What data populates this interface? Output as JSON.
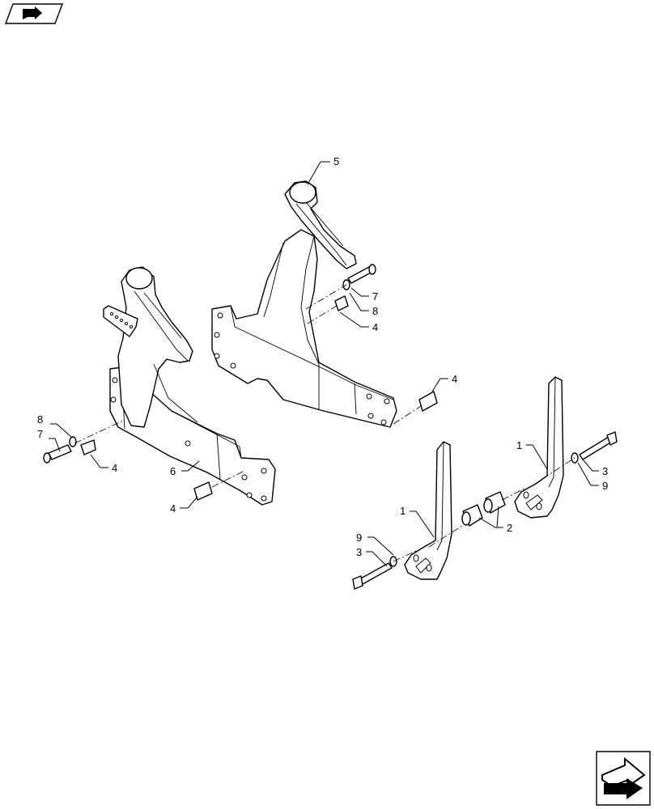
{
  "navigation": {
    "back_icon": "back-arrow-icon",
    "forward_icon": "forward-arrow-icon"
  },
  "callouts": [
    {
      "id": "c5",
      "text": "5"
    },
    {
      "id": "c7a",
      "text": "7"
    },
    {
      "id": "c8a",
      "text": "8"
    },
    {
      "id": "c4a",
      "text": "4"
    },
    {
      "id": "c4b",
      "text": "4"
    },
    {
      "id": "c8b",
      "text": "8"
    },
    {
      "id": "c7b",
      "text": "7"
    },
    {
      "id": "c4c",
      "text": "4"
    },
    {
      "id": "c6",
      "text": "6"
    },
    {
      "id": "c4d",
      "text": "4"
    },
    {
      "id": "c1a",
      "text": "1"
    },
    {
      "id": "c3a",
      "text": "3"
    },
    {
      "id": "c9a",
      "text": "9"
    },
    {
      "id": "c1b",
      "text": "1"
    },
    {
      "id": "c2",
      "text": "2"
    },
    {
      "id": "c9b",
      "text": "9"
    },
    {
      "id": "c3b",
      "text": "3"
    }
  ]
}
